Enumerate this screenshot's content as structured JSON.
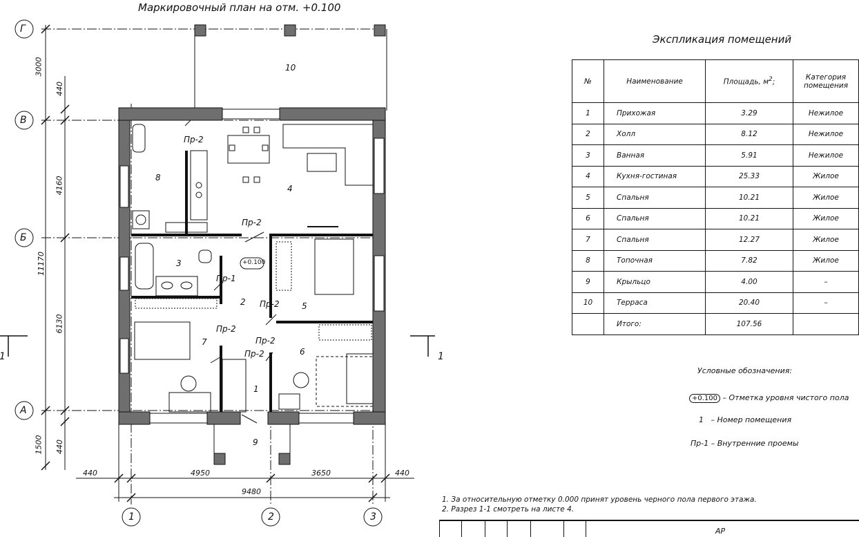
{
  "plan": {
    "title": "Маркировочный план на отм. +0.100",
    "axes": {
      "rows": [
        "Г",
        "В",
        "Б",
        "А"
      ],
      "cols": [
        "1",
        "2",
        "3"
      ]
    },
    "dims": {
      "vertical_outer": [
        "3000",
        "11170",
        "1500"
      ],
      "vertical_inner": [
        "440",
        "4160",
        "6130",
        "440"
      ],
      "horizontal_top": [
        "440",
        "4950",
        "3650",
        "440"
      ],
      "horizontal_total": "9480"
    },
    "section_mark": "1",
    "level_mark": "+0.100",
    "rooms": [
      "1",
      "2",
      "3",
      "4",
      "5",
      "6",
      "7",
      "8",
      "9",
      "10"
    ],
    "openings": [
      "Пр-2",
      "Пр-2",
      "Пр-1",
      "Пр-2",
      "Пр-2",
      "Пр-2",
      "Пр-2"
    ]
  },
  "explication": {
    "title": "Экспликация помещений",
    "headers": {
      "num": "№",
      "name": "Наименование",
      "area": "Площадь, м",
      "area_sup": "2",
      "area_suffix": ";",
      "category": "Категория помещения"
    },
    "rows": [
      {
        "num": "1",
        "name": "Прихожая",
        "area": "3.29",
        "category": "Нежилое"
      },
      {
        "num": "2",
        "name": "Холл",
        "area": "8.12",
        "category": "Нежилое"
      },
      {
        "num": "3",
        "name": "Ванная",
        "area": "5.91",
        "category": "Нежилое"
      },
      {
        "num": "4",
        "name": "Кухня-гостиная",
        "area": "25.33",
        "category": "Жилое"
      },
      {
        "num": "5",
        "name": "Спальня",
        "area": "10.21",
        "category": "Жилое"
      },
      {
        "num": "6",
        "name": "Спальня",
        "area": "10.21",
        "category": "Жилое"
      },
      {
        "num": "7",
        "name": "Спальня",
        "area": "12.27",
        "category": "Жилое"
      },
      {
        "num": "8",
        "name": "Топочная",
        "area": "7.82",
        "category": "Жилое"
      },
      {
        "num": "9",
        "name": "Крыльцо",
        "area": "4.00",
        "category": "–"
      },
      {
        "num": "10",
        "name": "Терраса",
        "area": "20.40",
        "category": "–"
      },
      {
        "num": "",
        "name": "Итого:",
        "area": "107.56",
        "category": ""
      }
    ]
  },
  "legend": {
    "title": "Условные обозначения:",
    "items": [
      {
        "symbol": "+0.100",
        "text": "– Отметка уровня чистого пола"
      },
      {
        "symbol": "1",
        "text": "– Номер помещения"
      },
      {
        "symbol": "Пр-1",
        "text": "– Внутренние проемы"
      }
    ]
  },
  "notes": [
    "1. За относительную отметку 0.000 принят уровень черного пола первого этажа.",
    "2. Разрез 1-1 смотреть на листе 4."
  ],
  "stamp": {
    "code": "АР"
  }
}
